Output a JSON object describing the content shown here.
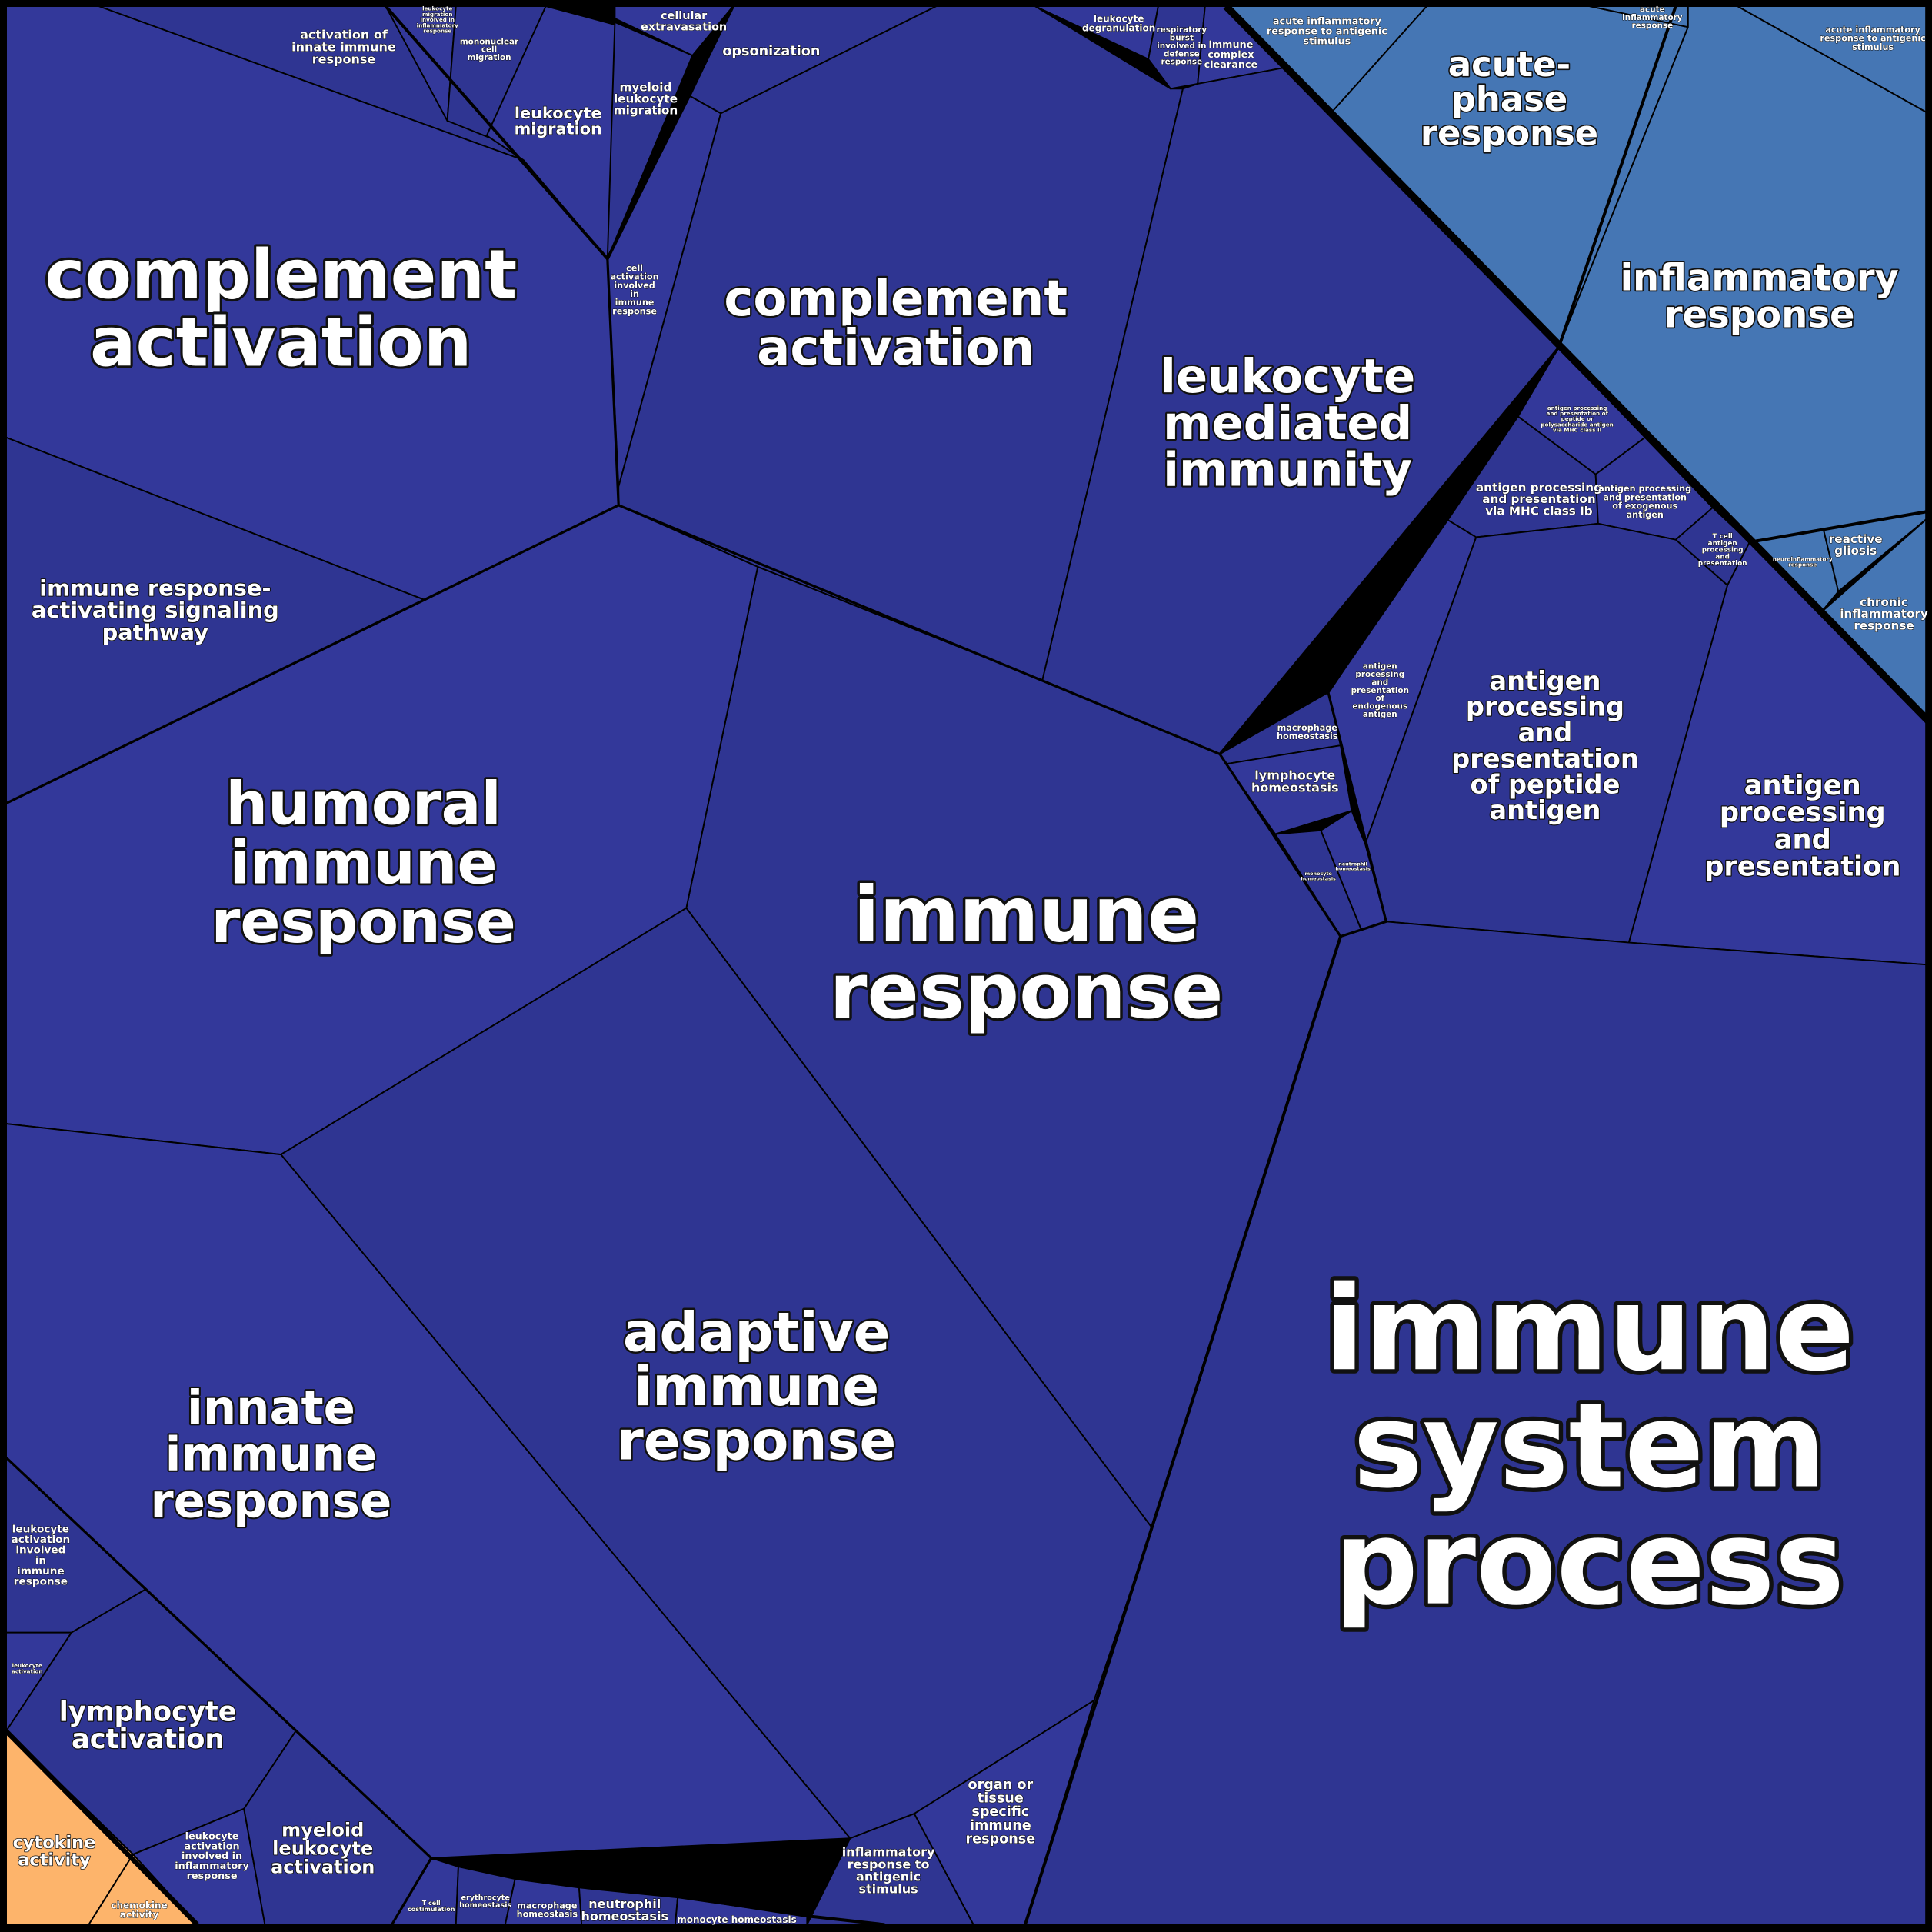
{
  "colors": {
    "immune_system_process": "#2f3592",
    "immune_system_process_alt": "#33389a",
    "inflammatory_response": "#4576b4",
    "cytokine_activity": "#fdb46b",
    "border": "#000000",
    "label": "#ffffff"
  },
  "cells": [
    {
      "id": "activation-of-innate-immune-response",
      "group": "immune",
      "label": [
        "activation of",
        "innate immune",
        "response"
      ]
    },
    {
      "id": "complement-activation-left",
      "group": "immune",
      "label": [
        "complement",
        "activation"
      ]
    },
    {
      "id": "immune-response-activating-signaling-pathway",
      "group": "immune",
      "label": [
        "immune response-",
        "activating signaling",
        "pathway"
      ]
    },
    {
      "id": "leukocyte-migration-involved-in-inflammatory-response",
      "group": "immune",
      "label": [
        "leukocyte",
        "migration",
        "involved in",
        "inflammatory",
        "response"
      ]
    },
    {
      "id": "mononuclear-cell-migration",
      "group": "immune",
      "label": [
        "mononuclear",
        "cell",
        "migration"
      ]
    },
    {
      "id": "leukocyte-migration",
      "group": "immune",
      "label": [
        "leukocyte",
        "migration"
      ]
    },
    {
      "id": "myeloid-leukocyte-migration",
      "group": "immune",
      "label": [
        "myeloid",
        "leukocyte",
        "migration"
      ]
    },
    {
      "id": "cellular-extravasation",
      "group": "immune",
      "label": [
        "cellular",
        "extravasation"
      ]
    },
    {
      "id": "opsonization",
      "group": "immune",
      "label": [
        "opsonization"
      ]
    },
    {
      "id": "cell-activation-involved-in-immune-response",
      "group": "immune",
      "label": [
        "cell",
        "activation",
        "involved",
        "in",
        "immune",
        "response"
      ]
    },
    {
      "id": "complement-activation-center",
      "group": "immune",
      "label": [
        "complement",
        "activation"
      ]
    },
    {
      "id": "leukocyte-degranulation",
      "group": "immune",
      "label": [
        "leukocyte",
        "degranulation"
      ]
    },
    {
      "id": "respiratory-burst",
      "group": "immune",
      "label": [
        "respiratory",
        "burst",
        "involved in",
        "defense",
        "response"
      ]
    },
    {
      "id": "immune-complex-clearance",
      "group": "immune",
      "label": [
        "immune",
        "complex",
        "clearance"
      ]
    },
    {
      "id": "leukocyte-mediated-immunity",
      "group": "immune",
      "label": [
        "leukocyte",
        "mediated",
        "immunity"
      ]
    },
    {
      "id": "antigen-processing-mhc-ii",
      "group": "immune",
      "label": [
        "antigen processing",
        "and presentation of",
        "peptide or",
        "polysaccharide antigen",
        "via MHC class II"
      ]
    },
    {
      "id": "antigen-processing-mhc-ib",
      "group": "immune",
      "label": [
        "antigen processing",
        "and presentation",
        "via MHC class Ib"
      ]
    },
    {
      "id": "antigen-processing-exogenous",
      "group": "immune",
      "label": [
        "antigen processing",
        "and presentation",
        "of exogenous",
        "antigen"
      ]
    },
    {
      "id": "t-cell-antigen-processing",
      "group": "immune",
      "label": [
        "T cell",
        "antigen",
        "processing",
        "and",
        "presentation"
      ]
    },
    {
      "id": "antigen-processing-endogenous",
      "group": "immune",
      "label": [
        "antigen",
        "processing",
        "and",
        "presentation",
        "of",
        "endogenous",
        "antigen"
      ]
    },
    {
      "id": "antigen-processing-peptide",
      "group": "immune",
      "label": [
        "antigen",
        "processing",
        "and",
        "presentation",
        "of peptide",
        "antigen"
      ]
    },
    {
      "id": "antigen-processing-and-presentation",
      "group": "immune",
      "label": [
        "antigen",
        "processing",
        "and",
        "presentation"
      ]
    },
    {
      "id": "macrophage-homeostasis-right",
      "group": "immune",
      "label": [
        "macrophage",
        "homeostasis"
      ]
    },
    {
      "id": "lymphocyte-homeostasis",
      "group": "immune",
      "label": [
        "lymphocyte",
        "homeostasis"
      ]
    },
    {
      "id": "monocyte-homeostasis-right",
      "group": "immune",
      "label": [
        "monocyte",
        "homeostasis"
      ]
    },
    {
      "id": "neutrophil-homeostasis-right",
      "group": "immune",
      "label": [
        "neutrophil",
        "homeostasis"
      ]
    },
    {
      "id": "immune-response",
      "group": "immune",
      "label": [
        "immune",
        "response"
      ]
    },
    {
      "id": "humoral-immune-response",
      "group": "immune",
      "label": [
        "humoral",
        "immune",
        "response"
      ]
    },
    {
      "id": "adaptive-immune-response",
      "group": "immune",
      "label": [
        "adaptive",
        "immune",
        "response"
      ]
    },
    {
      "id": "innate-immune-response",
      "group": "immune",
      "label": [
        "innate",
        "immune",
        "response"
      ]
    },
    {
      "id": "immune-system-process",
      "group": "immune",
      "label": [
        "immune",
        "system",
        "process"
      ]
    },
    {
      "id": "organ-or-tissue-specific-immune-response",
      "group": "immune",
      "label": [
        "organ or",
        "tissue",
        "specific",
        "immune",
        "response"
      ]
    },
    {
      "id": "inflammatory-response-to-antigenic-stimulus",
      "group": "immune",
      "label": [
        "inflammatory",
        "response to",
        "antigenic",
        "stimulus"
      ]
    },
    {
      "id": "t-cell-costimulation",
      "group": "immune",
      "label": [
        "T cell",
        "costimulation"
      ]
    },
    {
      "id": "erythrocyte-homeostasis",
      "group": "immune",
      "label": [
        "erythrocyte",
        "homeostasis"
      ]
    },
    {
      "id": "macrophage-homeostasis-bottom",
      "group": "immune",
      "label": [
        "macrophage",
        "homeostasis"
      ]
    },
    {
      "id": "neutrophil-homeostasis-bottom",
      "group": "immune",
      "label": [
        "neutrophil",
        "homeostasis"
      ]
    },
    {
      "id": "monocyte-homeostasis-bottom",
      "group": "immune",
      "label": [
        "monocyte homeostasis"
      ]
    },
    {
      "id": "leukocyte-activation-involved-in-immune-response",
      "group": "immune",
      "label": [
        "leukocyte",
        "activation",
        "involved",
        "in",
        "immune",
        "response"
      ]
    },
    {
      "id": "leukocyte-activation",
      "group": "immune",
      "label": [
        "leukocyte",
        "activation"
      ]
    },
    {
      "id": "lymphocyte-activation",
      "group": "immune",
      "label": [
        "lymphocyte",
        "activation"
      ]
    },
    {
      "id": "leukocyte-activation-involved-in-inflammatory-response",
      "group": "immune",
      "label": [
        "leukocyte",
        "activation",
        "involved in",
        "inflammatory",
        "response"
      ]
    },
    {
      "id": "myeloid-leukocyte-activation",
      "group": "immune",
      "label": [
        "myeloid",
        "leukocyte",
        "activation"
      ]
    },
    {
      "id": "cytokine-activity",
      "group": "cytokine",
      "label": [
        "cytokine",
        "activity"
      ]
    },
    {
      "id": "chemokine-activity",
      "group": "cytokine",
      "label": [
        "chemokine",
        "activity"
      ]
    },
    {
      "id": "acute-inflammatory-response-to-antigenic-stimulus-left",
      "group": "inflammatory",
      "label": [
        "acute inflammatory",
        "response to antigenic",
        "stimulus"
      ]
    },
    {
      "id": "acute-phase-response",
      "group": "inflammatory",
      "label": [
        "acute-",
        "phase",
        "response"
      ]
    },
    {
      "id": "acute-inflammatory-response",
      "group": "inflammatory",
      "label": [
        "acute",
        "inflammatory",
        "response"
      ]
    },
    {
      "id": "acute-inflammatory-response-to-antigenic-stimulus-right",
      "group": "inflammatory",
      "label": [
        "acute inflammatory",
        "response to antigenic",
        "stimulus"
      ]
    },
    {
      "id": "inflammatory-response",
      "group": "inflammatory",
      "label": [
        "inflammatory",
        "response"
      ]
    },
    {
      "id": "neuroinflammatory-response",
      "group": "inflammatory",
      "label": [
        "neuroinflammatory",
        "response"
      ]
    },
    {
      "id": "reactive-gliosis",
      "group": "inflammatory",
      "label": [
        "reactive",
        "gliosis"
      ]
    },
    {
      "id": "chronic-inflammatory-response",
      "group": "inflammatory",
      "label": [
        "chronic",
        "inflammatory",
        "response"
      ]
    }
  ]
}
